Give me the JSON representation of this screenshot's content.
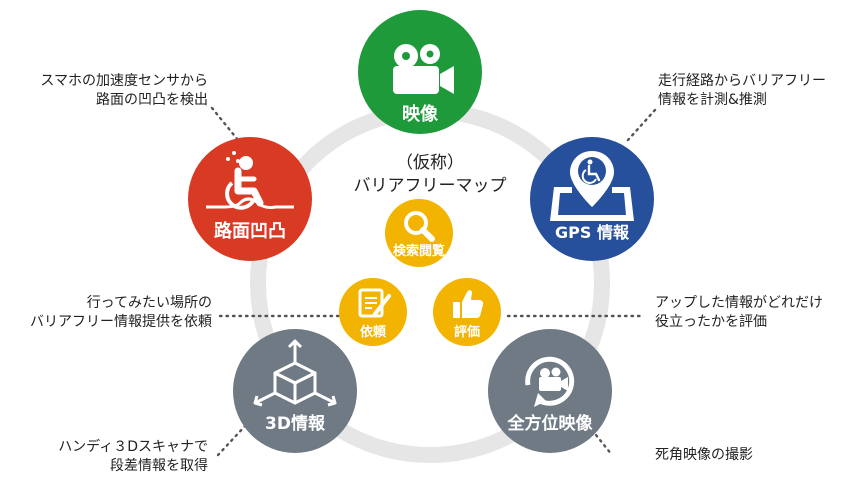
{
  "center": {
    "title_line1": "（仮称）",
    "title_line2": "バリアフリーマップ"
  },
  "nodes": {
    "video": {
      "label": "映像",
      "color": "#1f9a3b",
      "icon": "video-camera-icon"
    },
    "gps": {
      "label": "GPS 情報",
      "color": "#27509c",
      "icon": "map-pin-wheelchair-icon"
    },
    "panorama": {
      "label": "全方位映像",
      "color": "#6f7a85",
      "icon": "360-camera-icon"
    },
    "scan3d": {
      "label": "3D情報",
      "color": "#6f7a85",
      "icon": "3d-box-icon"
    },
    "bump": {
      "label": "路面凹凸",
      "color": "#d93a24",
      "icon": "wheelchair-bump-icon"
    }
  },
  "inner": {
    "search": {
      "label": "検索閲覧",
      "color": "#f2b400",
      "icon": "magnifier-icon"
    },
    "request": {
      "label": "依頼",
      "color": "#f2b400",
      "icon": "form-pen-icon"
    },
    "rate": {
      "label": "評価",
      "color": "#f2b400",
      "icon": "thumbs-up-icon"
    }
  },
  "notes": {
    "bump_line1": "スマホの加速度センサから",
    "bump_line2": "路面の凹凸を検出",
    "gps_line1": "走行経路からバリアフリー",
    "gps_line2": "情報を計測&推測",
    "request_line1": "行ってみたい場所の",
    "request_line2": "バリアフリー情報提供を依頼",
    "rate_line1": "アップした情報がどれだけ",
    "rate_line2": "役立ったかを評価",
    "scan_line1": "ハンディ３Dスキャナで",
    "scan_line2": "段差情報を取得",
    "panorama_line1": "死角映像の撮影"
  },
  "ring_color": "#e6e6e6",
  "dot_color": "#555555"
}
